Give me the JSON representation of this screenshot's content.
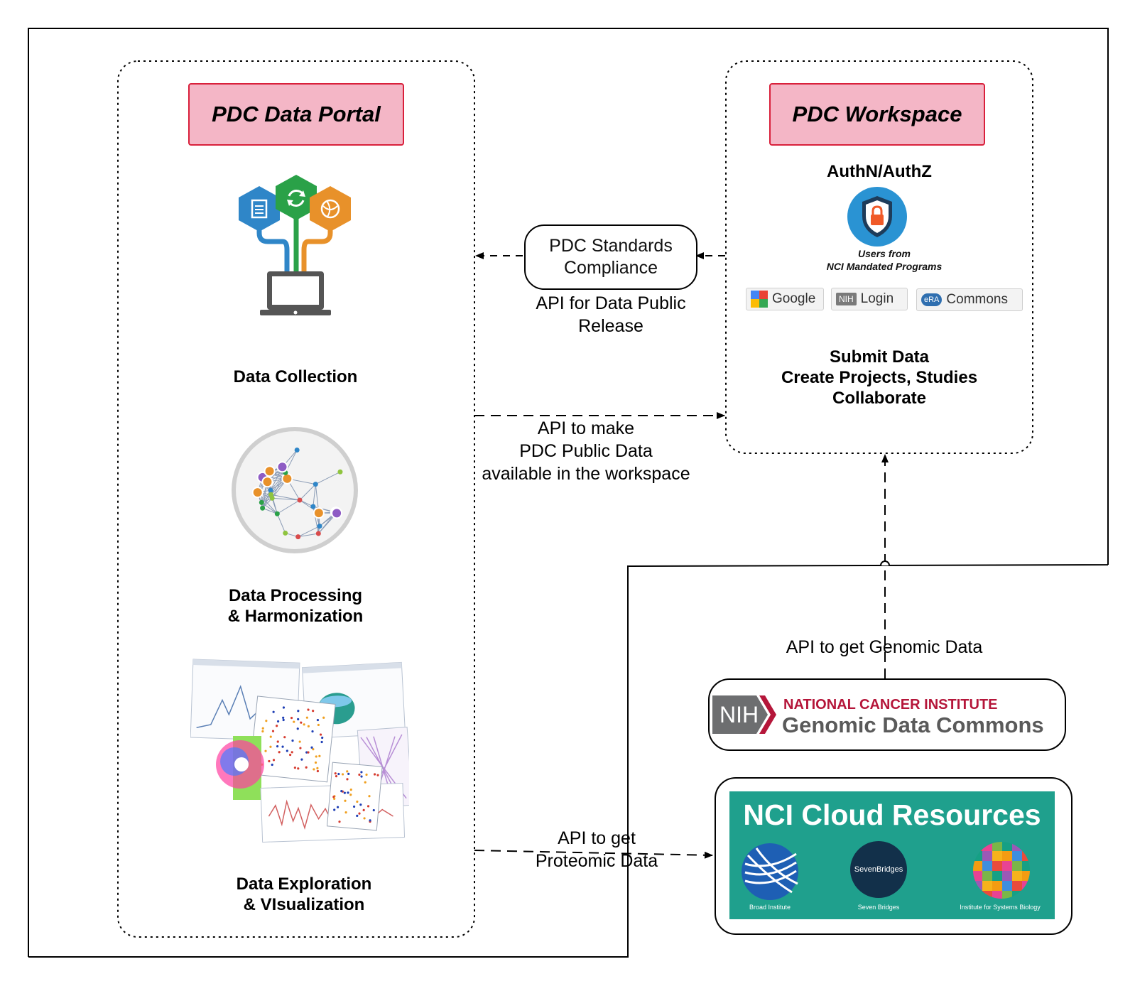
{
  "portal": {
    "title": "PDC Data Portal",
    "sections": [
      {
        "caption_lines": [
          "Data Collection"
        ]
      },
      {
        "caption_lines": [
          "Data Processing",
          "& Harmonization"
        ]
      },
      {
        "caption_lines": [
          "Data Exploration",
          "& VIsualization"
        ]
      }
    ]
  },
  "workspace": {
    "title": "PDC Workspace",
    "auth_heading": "AuthN/AuthZ",
    "users_line1": "Users from",
    "users_line2": "NCI Mandated Programs",
    "logins": {
      "google": "Google",
      "nih_tag": "NIH",
      "nih": "Login",
      "era_tag": "eRA",
      "commons": "Commons"
    },
    "actions": [
      "Submit Data",
      "Create Projects, Studies",
      "Collaborate"
    ]
  },
  "connectors": {
    "compliance_line1": "PDC Standards",
    "compliance_line2": "Compliance",
    "release_line1": "API for Data Public",
    "release_line2": "Release",
    "workspace_api_line1": "API to make",
    "workspace_api_line2": "PDC Public Data",
    "workspace_api_line3": "available in the workspace",
    "genomic_api": "API  to get Genomic Data",
    "proteomic_line1": "API to get",
    "proteomic_line2": "Proteomic Data"
  },
  "gdc": {
    "nih_tag": "NIH",
    "line1": "NATIONAL CANCER INSTITUTE",
    "line2": "Genomic Data Commons"
  },
  "cloud": {
    "title": "NCI Cloud Resources",
    "providers": [
      {
        "name": "Broad Institute"
      },
      {
        "name": "Seven Bridges",
        "logo_text": "SevenBridges"
      },
      {
        "name": "Institute for Systems Biology"
      }
    ]
  },
  "colors": {
    "title_fill": "#f4b6c6",
    "title_border": "#d9203b",
    "hex_blue": "#2f86c8",
    "hex_green": "#2aa148",
    "hex_orange": "#e8912a",
    "cloud_teal": "#1fa08d",
    "nci_red": "#b5163a"
  }
}
